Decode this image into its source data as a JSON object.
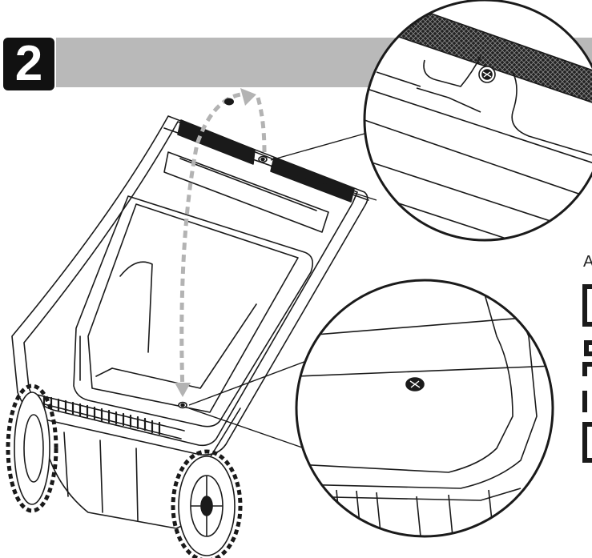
{
  "step": {
    "number": "2"
  },
  "side_label": "A",
  "colors": {
    "bar": "#b9b9b9",
    "badge": "#111111",
    "line": "#1a1a1a",
    "arrow": "#b3b3b3"
  },
  "icons": [
    "wheelbarrow-illustration",
    "screw-icon",
    "dashed-arrow-icon",
    "magnifier-callout"
  ]
}
